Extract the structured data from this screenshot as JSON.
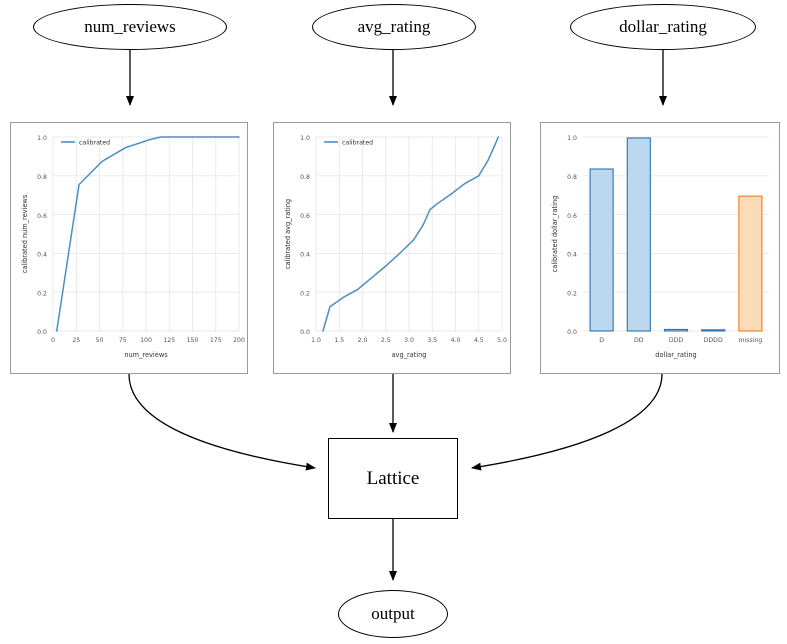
{
  "diagram": {
    "type": "calibrated-lattice-model-graph",
    "inputs": [
      {
        "id": "num_reviews",
        "label": "num_reviews"
      },
      {
        "id": "avg_rating",
        "label": "avg_rating"
      },
      {
        "id": "dollar_rating",
        "label": "dollar_rating"
      }
    ],
    "lattice": {
      "label": "Lattice"
    },
    "output": {
      "label": "output"
    }
  },
  "chart_data": [
    {
      "type": "line",
      "title": "",
      "xlabel": "num_reviews",
      "ylabel": "calibrated num_reviews",
      "legend": [
        "calibrated"
      ],
      "legend_position": "upper left",
      "grid": true,
      "xlim": [
        0,
        200
      ],
      "ylim": [
        0.0,
        1.0
      ],
      "xticks": [
        0,
        25,
        50,
        75,
        100,
        125,
        150,
        175,
        200
      ],
      "yticks": [
        0.0,
        0.2,
        0.4,
        0.6,
        0.8,
        1.0
      ],
      "series": [
        {
          "name": "calibrated",
          "color": "#4a8fc0",
          "x": [
            4,
            28,
            53,
            78,
            103,
            116,
            128,
            153,
            178,
            200
          ],
          "values": [
            0.0,
            0.755,
            0.875,
            0.945,
            0.985,
            1.0,
            1.0,
            1.0,
            1.0,
            1.0
          ]
        }
      ]
    },
    {
      "type": "line",
      "title": "",
      "xlabel": "avg_rating",
      "ylabel": "calibrated avg_rating",
      "legend": [
        "calibrated"
      ],
      "legend_position": "upper left",
      "grid": true,
      "xlim": [
        1.0,
        5.0
      ],
      "ylim": [
        0.0,
        1.0
      ],
      "xticks": [
        1.0,
        1.5,
        2.0,
        2.5,
        3.0,
        3.5,
        4.0,
        4.5,
        5.0
      ],
      "yticks": [
        0.0,
        0.2,
        0.4,
        0.6,
        0.8,
        1.0
      ],
      "series": [
        {
          "name": "calibrated",
          "color": "#4a8fc0",
          "x": [
            1.15,
            1.3,
            1.6,
            1.9,
            2.2,
            2.5,
            2.8,
            3.1,
            3.3,
            3.45,
            3.6,
            3.9,
            4.2,
            4.5,
            4.7,
            4.85,
            4.92
          ],
          "values": [
            0.0,
            0.125,
            0.175,
            0.215,
            0.275,
            0.335,
            0.4,
            0.47,
            0.545,
            0.625,
            0.655,
            0.705,
            0.76,
            0.8,
            0.88,
            0.96,
            1.0
          ]
        }
      ]
    },
    {
      "type": "bar",
      "title": "",
      "xlabel": "dollar_rating",
      "ylabel": "calibrated dollar_rating",
      "grid": true,
      "ylim": [
        0.0,
        1.0
      ],
      "yticks": [
        0.0,
        0.2,
        0.4,
        0.6,
        0.8,
        1.0
      ],
      "categories": [
        "D",
        "DD",
        "DDD",
        "DDDD",
        "missing"
      ],
      "values": [
        0.835,
        0.995,
        0.008,
        0.001,
        0.695
      ],
      "bar_colors": [
        "#bcd8ee",
        "#bcd8ee",
        "#bcd8ee",
        "#bcd8ee",
        "#fcdcb8"
      ],
      "bar_edge_colors": [
        "#2f72b2",
        "#2f72b2",
        "#2f72b2",
        "#2f72b2",
        "#f07c1e"
      ]
    }
  ],
  "colors": {
    "line": "#4a8fc0",
    "bar_blue_fill": "#bcd8ee",
    "bar_blue_edge": "#2f72b2",
    "bar_orange_fill": "#fcdcb8",
    "bar_orange_edge": "#f07c1e",
    "grid": "#e8e8e8",
    "frame": "#9a9a9a",
    "edge_stroke": "#000000",
    "tick_text": "#555555"
  }
}
